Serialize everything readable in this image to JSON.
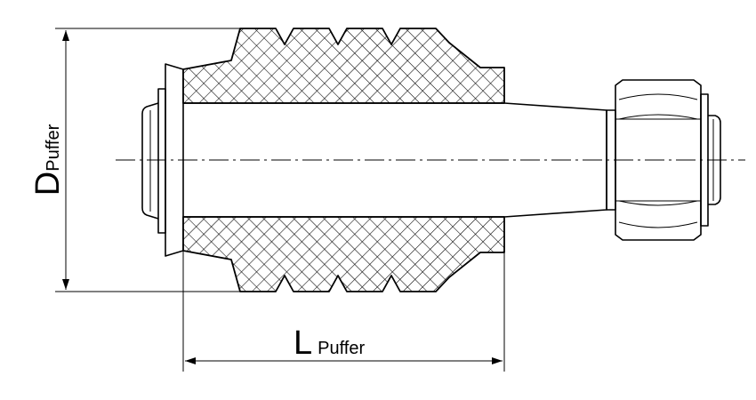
{
  "dimensions": {
    "diameter": {
      "symbol": "D",
      "subscript": "Puffer"
    },
    "length": {
      "symbol": "L",
      "subscript": "Puffer"
    }
  }
}
